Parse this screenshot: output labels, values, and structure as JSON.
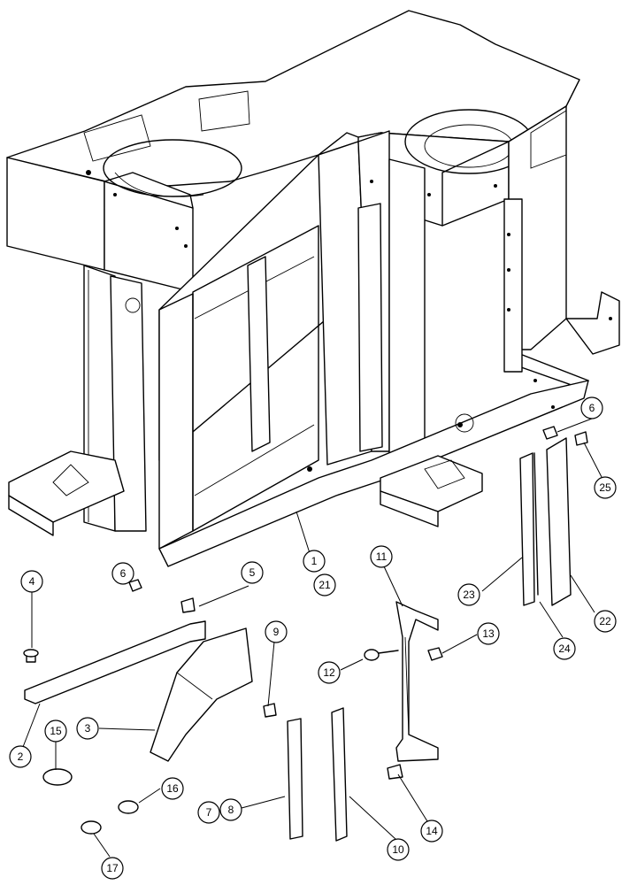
{
  "callouts": {
    "c1": "1",
    "c21": "21",
    "c2": "2",
    "c3": "3",
    "c4": "4",
    "c5": "5",
    "c6a": "6",
    "c6b": "6",
    "c7": "7",
    "c8": "8",
    "c9": "9",
    "c10": "10",
    "c11": "11",
    "c12": "12",
    "c13": "13",
    "c14": "14",
    "c15": "15",
    "c16": "16",
    "c17": "17",
    "c22": "22",
    "c23": "23",
    "c24": "24",
    "c25": "25"
  }
}
